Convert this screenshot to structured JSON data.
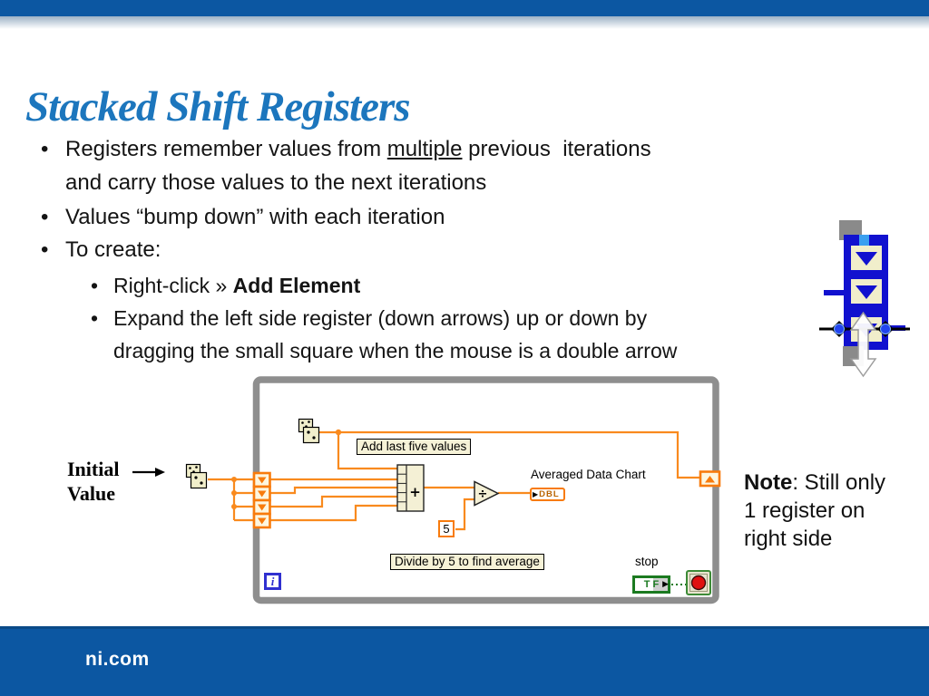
{
  "title": "Stacked Shift Registers",
  "footer": {
    "site": "ni.com"
  },
  "bullets": {
    "glyph": "•",
    "b1_pre": "Registers remember values from ",
    "b1_u": "multiple",
    "b1_post1": " previous  iterations",
    "b1_post2": "and carry those values to the next iterations",
    "b2": "Values “bump down” with each iteration",
    "b3": "To create:",
    "sub1_pre": "Right-click » ",
    "sub1_bold": "Add Element",
    "sub2_l1": "Expand the left side register (down arrows) up or down by",
    "sub2_l2": "dragging the small square when the mouse is a double arrow"
  },
  "note": {
    "bold": "Note",
    "l1_rest": ": Still only",
    "l2": "1 register on",
    "l3": "right side"
  },
  "diagram": {
    "iv1": "Initial",
    "iv2": "Value",
    "label_add": "Add last five values",
    "label_divide": "Divide by 5 to find average",
    "label_chart": "Averaged Data Chart",
    "label_stop": "stop",
    "tf": "TF",
    "dbl": "DBL",
    "arrow_glyph": "▶",
    "five": "5",
    "iteration": "i",
    "plus": "+",
    "divide_sign": "÷"
  },
  "colors": {
    "bar_blue": "#0c57a2",
    "title_blue": "#1c76bd",
    "wire_orange": "#f98a1e",
    "register_orange": "#f87b0c",
    "node_cream": "#f4f0d5",
    "loop_gray": "#8e8e8e",
    "tf_green": "#1b7a20",
    "stop_red": "#e01010",
    "icon_blue": "#1111cf"
  }
}
